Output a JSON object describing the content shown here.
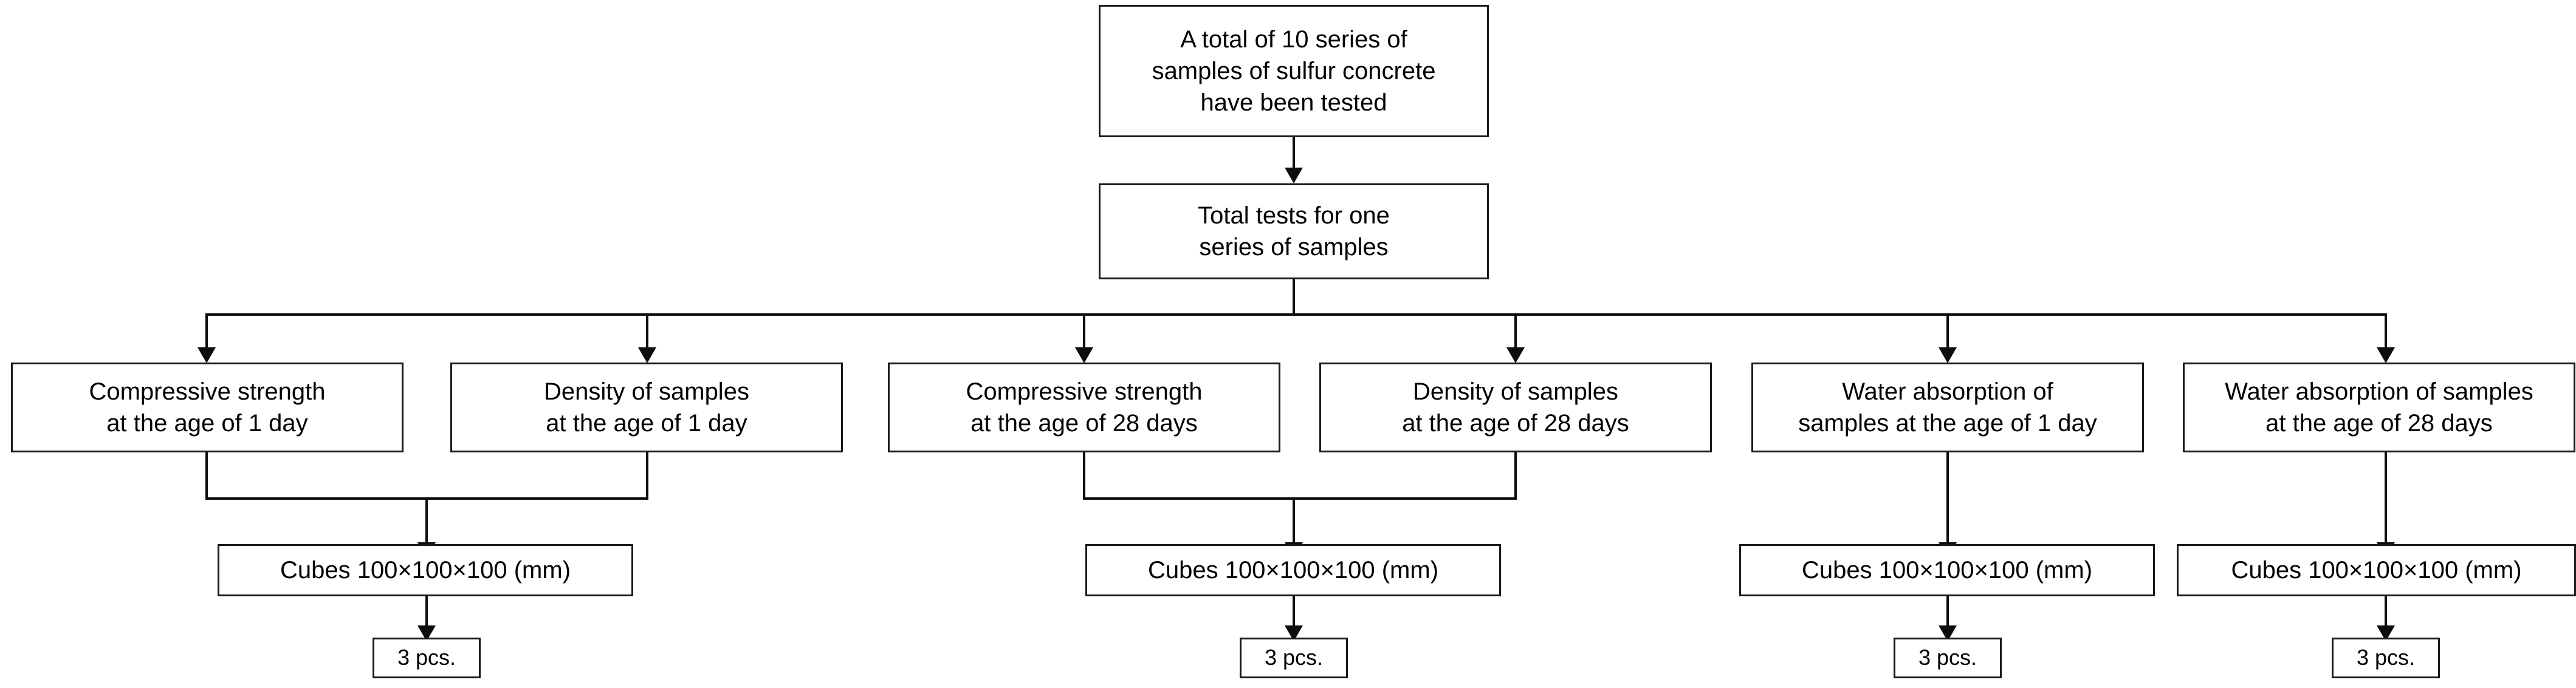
{
  "diagram": {
    "title_node": {
      "id": "root",
      "text": "A total of 10 series of\nsamples of sulfur concrete\nhave been tested"
    },
    "second_node": {
      "id": "total-tests",
      "text": "Total tests for one\nseries of samples"
    },
    "test_nodes": [
      {
        "id": "compressive-strength-1-day",
        "text": "Compressive strength\nat the age of 1 day"
      },
      {
        "id": "density-1-day",
        "text": "Density of samples\nat the age of 1 day"
      },
      {
        "id": "compressive-strength-28-days",
        "text": "Compressive strength\nat the age of 28 days"
      },
      {
        "id": "density-28-days",
        "text": "Density of samples\nat the age of 28 days"
      },
      {
        "id": "water-absorption-1-day",
        "text": "Water absorption of\nsamples at the age of 1 day"
      },
      {
        "id": "water-absorption-28-days",
        "text": "Water absorption of samples\nat the age of 28 days"
      }
    ],
    "specimen_nodes": [
      {
        "id": "cubes-1",
        "text": "Cubes 100×100×100 (mm)"
      },
      {
        "id": "cubes-2",
        "text": "Cubes 100×100×100 (mm)"
      },
      {
        "id": "cubes-3",
        "text": "Cubes 100×100×100 (mm)"
      },
      {
        "id": "cubes-4",
        "text": "Cubes 100×100×100 (mm)"
      }
    ],
    "quantity_nodes": [
      {
        "id": "qty-1",
        "text": "3 pcs."
      },
      {
        "id": "qty-2",
        "text": "3 pcs."
      },
      {
        "id": "qty-3",
        "text": "3 pcs."
      },
      {
        "id": "qty-4",
        "text": "3 pcs."
      }
    ],
    "colors": {
      "stroke": "#0d0d0d",
      "fill": "#ffffff",
      "text": "#000000",
      "shadow": "rgba(0,0,0,0.18)"
    }
  }
}
